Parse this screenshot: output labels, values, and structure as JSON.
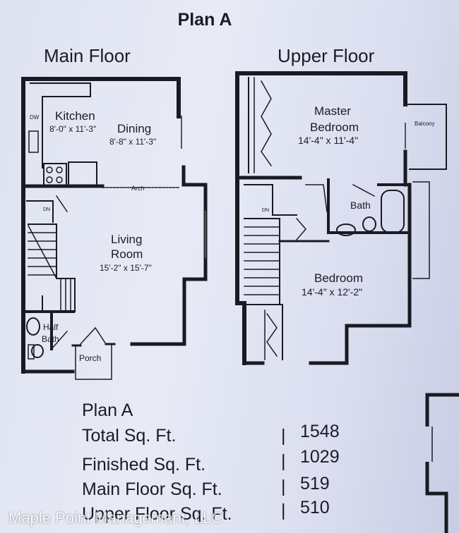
{
  "title": "Plan A",
  "main_floor": {
    "heading": "Main Floor",
    "rooms": {
      "dw": "DW",
      "kitchen_name": "Kitchen",
      "kitchen_dims": "8'-0\" x 11'-3\"",
      "dining_name": "Dining",
      "dining_dims": "8'-8\" x 11'-3\"",
      "arch": "Arch",
      "dn": "DN",
      "living_name_1": "Living",
      "living_name_2": "Room",
      "living_dims": "15'-2\" x 15'-7\"",
      "half_bath_1": "Half",
      "half_bath_2": "Bath",
      "porch": "Porch"
    }
  },
  "upper_floor": {
    "heading": "Upper Floor",
    "rooms": {
      "master_name_1": "Master",
      "master_name_2": "Bedroom",
      "master_dims": "14'-4\" x 11'-4\"",
      "balcony": "Balcony",
      "bath": "Bath",
      "dn": "DN",
      "bedroom_name": "Bedroom",
      "bedroom_dims": "14'-4\" x 12'-2\""
    }
  },
  "summary": {
    "heading": "Plan A",
    "rows": [
      {
        "label": "Total Sq. Ft.",
        "value": "1548"
      },
      {
        "label": "Finished Sq. Ft.",
        "value": "1029"
      },
      {
        "label": "Main Floor Sq. Ft.",
        "value": "519"
      },
      {
        "label": "Upper Floor Sq. Ft.",
        "value": "510"
      }
    ],
    "separator": "|"
  },
  "watermark": "Maple Point Management, LLC"
}
